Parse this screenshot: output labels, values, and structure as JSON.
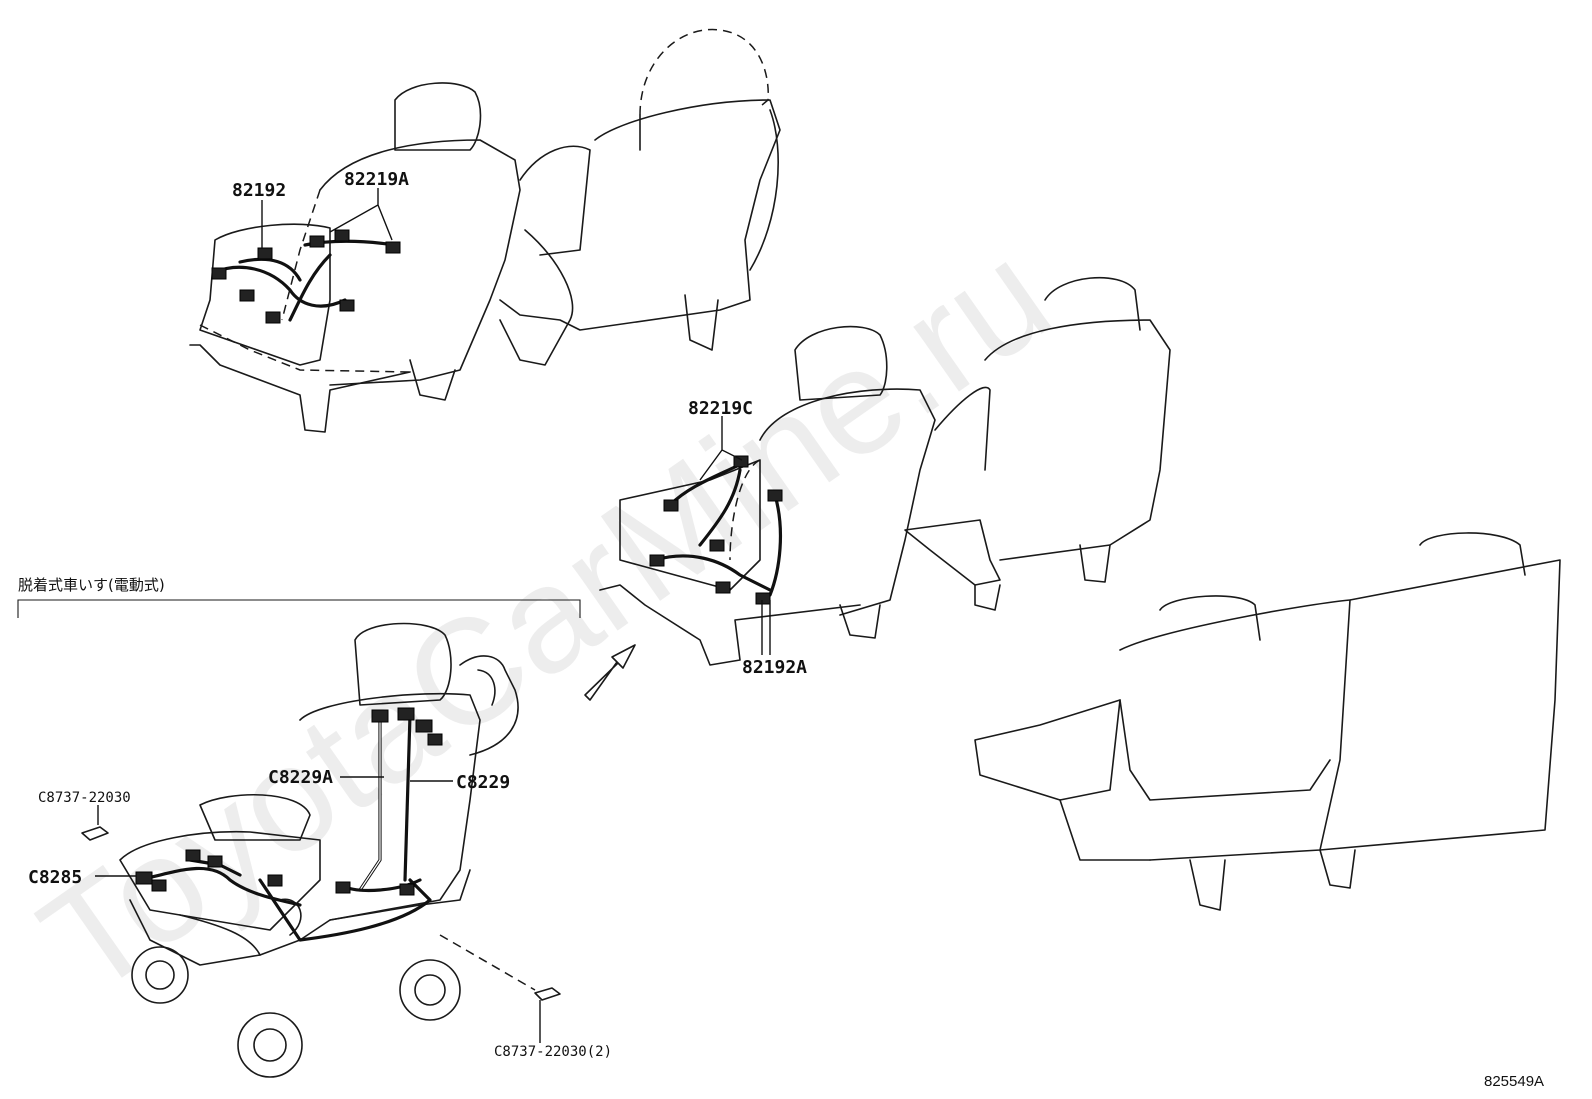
{
  "watermark": "ToyotaCarMine.ru",
  "group_label": "脱着式車いす(電動式)",
  "illustration_number": "825549A",
  "parts": {
    "p82192": "82192",
    "p82219A": "82219A",
    "p82219C": "82219C",
    "p82192A": "82192A",
    "pC8229A": "C8229A",
    "pC8229": "C8229",
    "pC8737a": "C8737-22030",
    "pC8285": "C8285",
    "pC8737b": "C8737-22030(2)"
  }
}
